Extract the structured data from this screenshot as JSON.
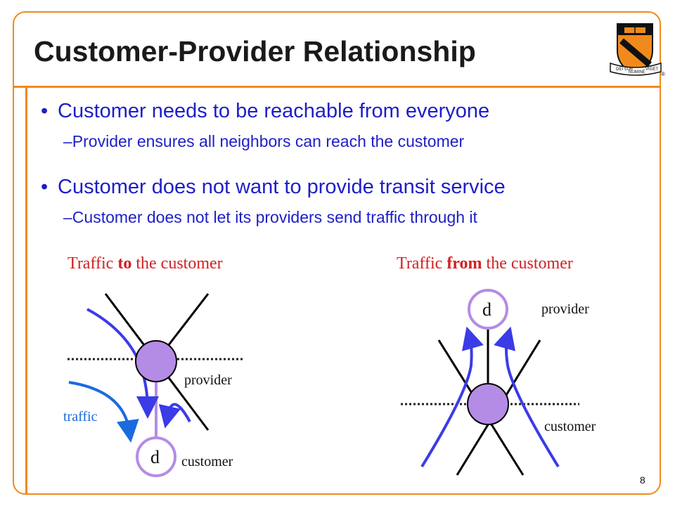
{
  "slide": {
    "title": "Customer-Provider Relationship",
    "page_number": "8",
    "accent_color": "#f08a1c",
    "bullet_color": "#1e1ec8"
  },
  "logo": {
    "banner_left": "DEI SUB",
    "banner_middle": "NUMINE",
    "banner_right": "VIGET",
    "mark": "®"
  },
  "bullets": [
    {
      "dot": "•",
      "text": "Customer needs to be reachable from everyone",
      "sub": {
        "dash": "–",
        "text": "Provider ensures all neighbors can reach the customer"
      }
    },
    {
      "dot": "•",
      "text": "Customer does not want to provide transit service",
      "sub": {
        "dash": "–",
        "text": "Customer does not let its providers send traffic through it"
      }
    }
  ],
  "diagram_left": {
    "caption_pre": "Traffic ",
    "caption_bold": "to",
    "caption_post": " the customer",
    "provider_label": "provider",
    "customer_label": "customer",
    "traffic_label": "traffic",
    "node_letter": "d"
  },
  "diagram_right": {
    "caption_pre": "Traffic ",
    "caption_bold": "from",
    "caption_post": " the customer",
    "provider_label": "provider",
    "customer_label": "customer",
    "node_letter": "d"
  }
}
